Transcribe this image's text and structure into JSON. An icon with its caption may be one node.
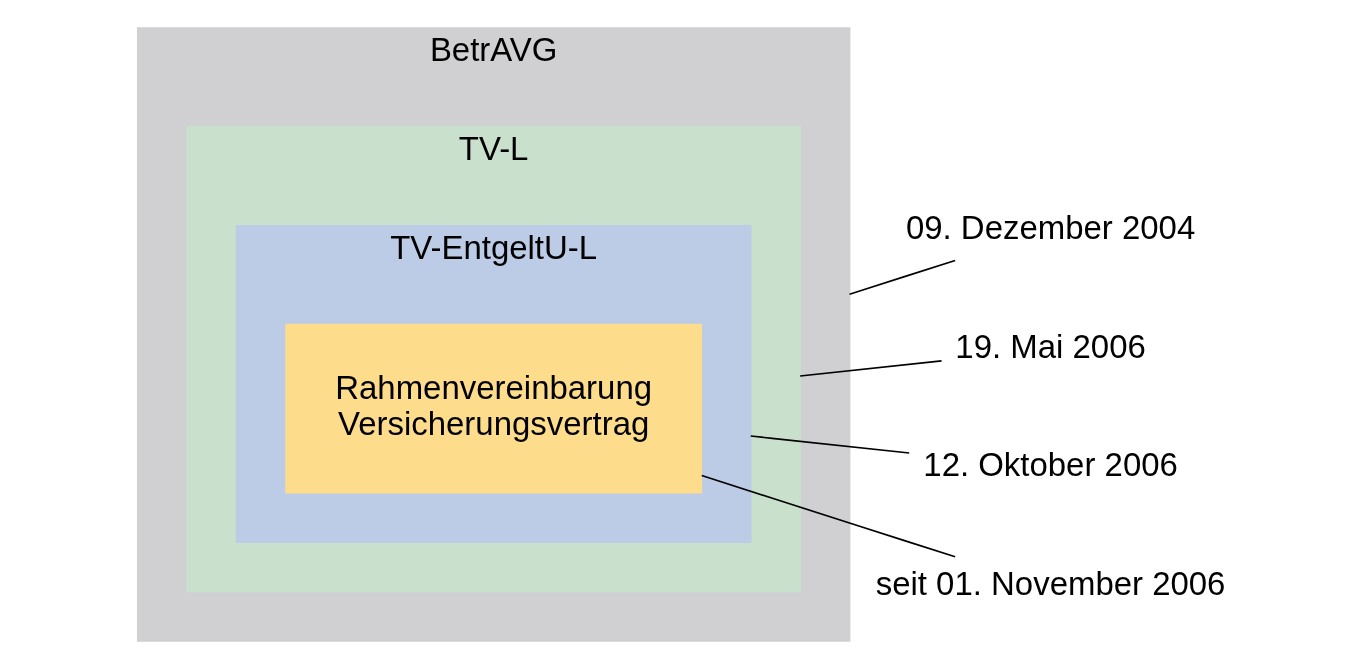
{
  "diagram": {
    "nodes": [
      {
        "text": [
          "BetrAVG"
        ]
      },
      {
        "text": [
          "TV-L"
        ],
        "in": 0
      },
      {
        "text": [
          "TV-EntgeltU-L"
        ],
        "in": 1
      },
      {
        "text": [
          "Rahmenvereinbarung Versicherungsvertrag"
        ],
        "in": 2
      },
      {
        "text": [
          "09. Dezember 2004"
        ]
      },
      {
        "text": [
          "19. Mai 2006"
        ]
      },
      {
        "text": [
          "12. Oktober 2006"
        ]
      },
      {
        "text": [
          "seit 01. November 2006"
        ]
      }
    ],
    "edges": [
      {
        "from": 4,
        "to": 0,
        "arrow": "none"
      },
      {
        "from": 5,
        "to": 1,
        "arrow": "none"
      },
      {
        "from": 6,
        "to": 2,
        "arrow": "none"
      },
      {
        "from": 7,
        "to": 3,
        "arrow": "none"
      }
    ]
  }
}
